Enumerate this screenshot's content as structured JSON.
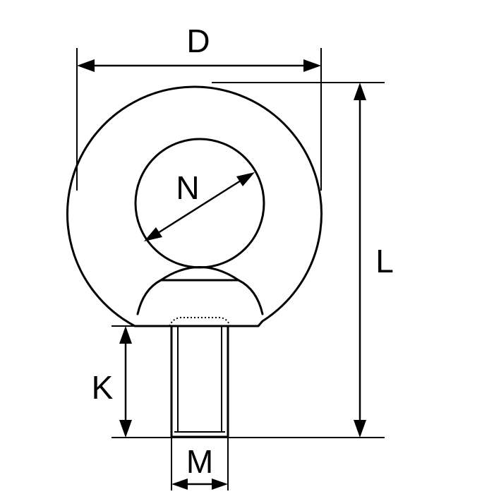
{
  "drawing": {
    "subject": "eye bolt",
    "dimension_labels": {
      "outer_diameter": "D",
      "inner_diameter": "N",
      "overall_length": "L",
      "thread_length": "K",
      "thread_size": "M"
    },
    "line_color": "#000000",
    "background_color": "#ffffff"
  }
}
